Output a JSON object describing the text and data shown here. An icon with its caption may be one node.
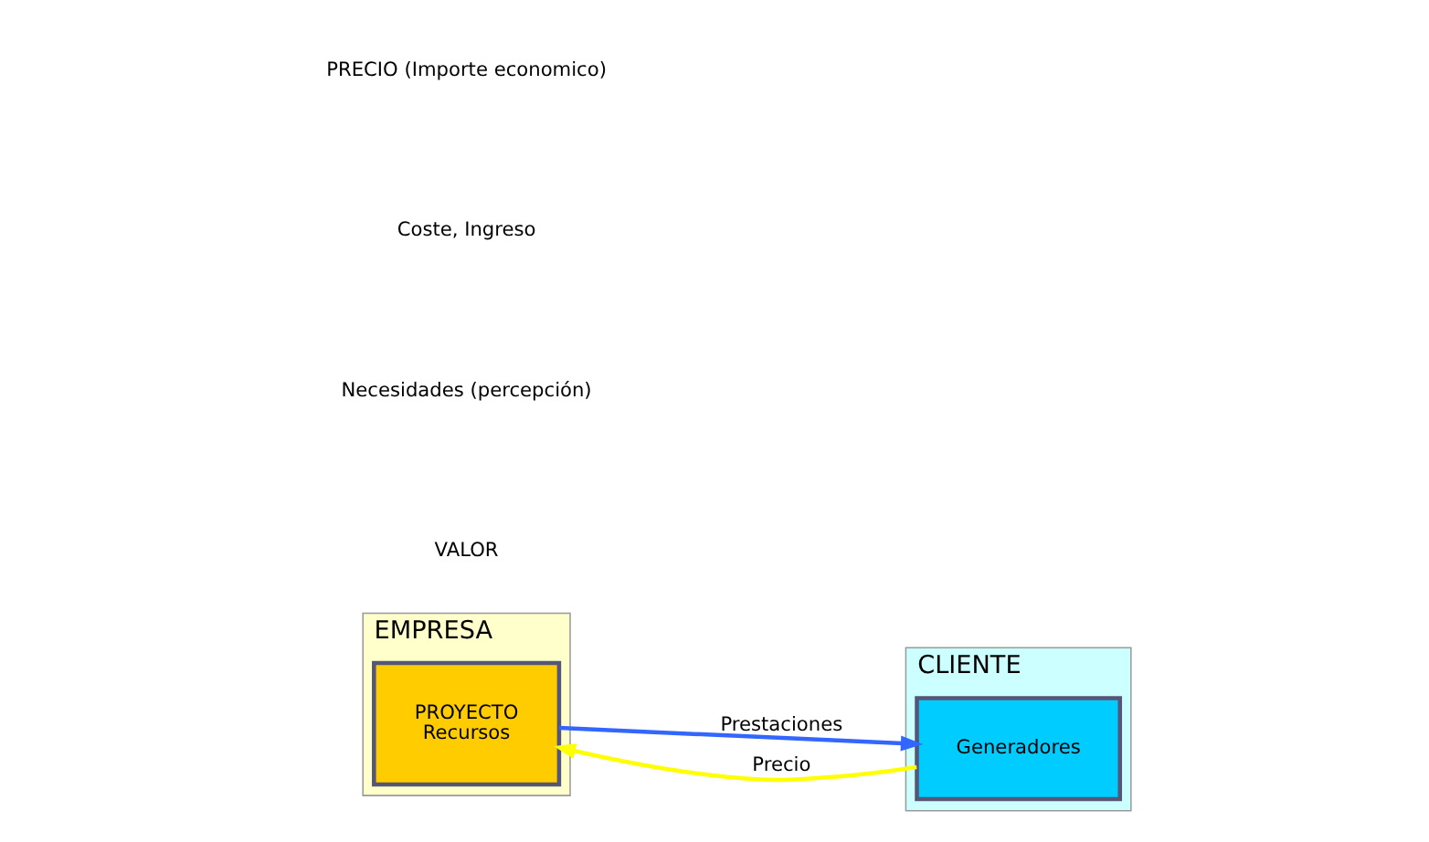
{
  "diagram": {
    "nodes": [
      {
        "text": [
          "EMPRESA"
        ]
      },
      {
        "text": [
          "PROYECTO",
          "Recursos"
        ],
        "in": 0
      },
      {
        "text": [
          "CLIENTE"
        ]
      },
      {
        "text": [
          "Generadores"
        ],
        "in": 2
      }
    ],
    "edges": [
      {
        "from": 1,
        "to": 3,
        "arrow": "to",
        "label": "Prestaciones",
        "color": "#3366ff"
      },
      {
        "from": 3,
        "to": 1,
        "arrow": "to",
        "label": "Precio",
        "color": "#ffff00"
      }
    ],
    "labels": [
      "VALOR",
      "Necesidades (percepción)",
      "Coste, Ingreso",
      "PRECIO (Importe economico)"
    ]
  }
}
